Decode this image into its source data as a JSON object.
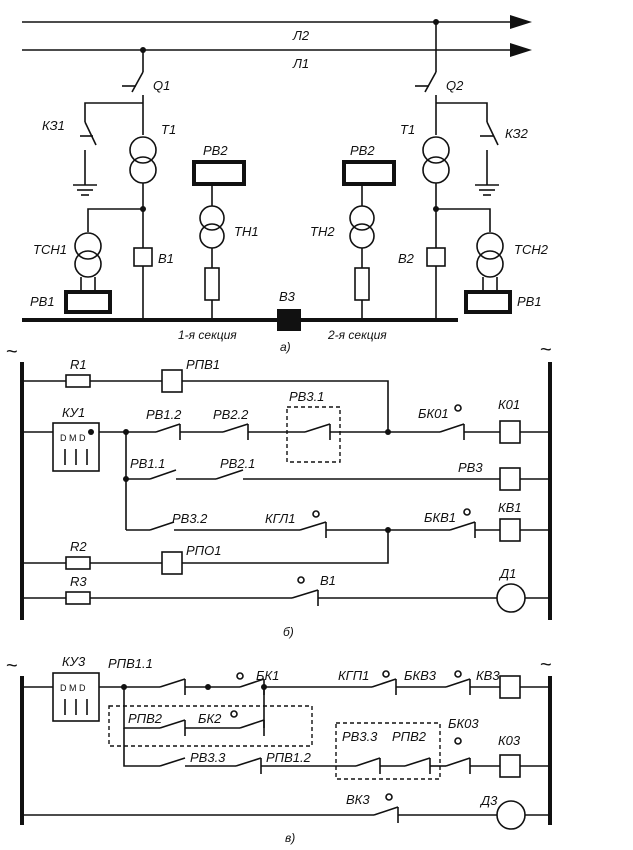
{
  "diagram": {
    "part_a": {
      "lines": {
        "top": "Л2",
        "bottom": "Л1"
      },
      "left": {
        "breaker_q": "Q1",
        "transformer": "Т1",
        "short_circuiter": "КЗ1",
        "aux_transformer": "ТСН1",
        "relay_bottom": "РВ1",
        "breaker_b": "В1"
      },
      "right": {
        "breaker_q": "Q2",
        "transformer": "Т1",
        "short_circuiter": "КЗ2",
        "aux_transformer": "ТСН2",
        "relay_bottom": "РВ1",
        "breaker_b": "В2"
      },
      "center_left": {
        "relay": "РВ2",
        "voltage_transformer": "ТН1"
      },
      "center_right": {
        "relay": "РВ2",
        "voltage_transformer": "ТН2"
      },
      "bus_breaker": "В3",
      "section_1": "1-я секция",
      "section_2": "2-я секция",
      "caption": "а)"
    },
    "part_b": {
      "ac_left": "~",
      "ac_right": "~",
      "r1": "R1",
      "rpv1": "РПВ1",
      "ku1": "КУ1",
      "ku1_contacts": "D M D",
      "rv1_2": "РВ1.2",
      "rv2_2": "РВ2.2",
      "rv3_1": "РВ3.1",
      "bk01": "БК01",
      "k01": "К01",
      "rv1_1": "РВ1.1",
      "rv2_1": "РВ2.1",
      "rv3": "РВ3",
      "rv3_2": "РВ3.2",
      "kgl1": "КГЛ1",
      "bkv1": "БКВ1",
      "kv1": "КВ1",
      "r2": "R2",
      "rpo1": "РПО1",
      "r3": "R3",
      "v1": "В1",
      "d1": "Д1",
      "caption": "б)"
    },
    "part_c": {
      "ac_left": "~",
      "ac_right": "~",
      "ku3": "КУ3",
      "ku3_contacts": "D M D",
      "rpv1_1": "РПВ1.1",
      "bk1": "БК1",
      "kgp1": "КГП1",
      "bkv3": "БКВ3",
      "kv3": "КВ3",
      "rpv2": "РПВ2",
      "bk2": "БК2",
      "rv3_3_a": "РВ3.3",
      "rpv1_2": "РПВ1.2",
      "rv3_3_b": "РВ3.3",
      "rpv2_b": "РПВ2",
      "bk03": "БК03",
      "k03": "К03",
      "vk3": "ВК3",
      "d3": "Д3",
      "caption": "в)"
    }
  }
}
